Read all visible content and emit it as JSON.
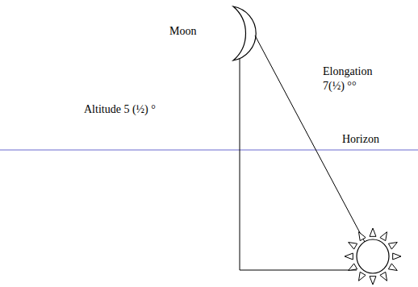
{
  "diagram": {
    "labels": [
      "Moon",
      "Elongation 7(½) °°",
      "Altitude 5 (½) °",
      "Horizon"
    ]
  }
}
